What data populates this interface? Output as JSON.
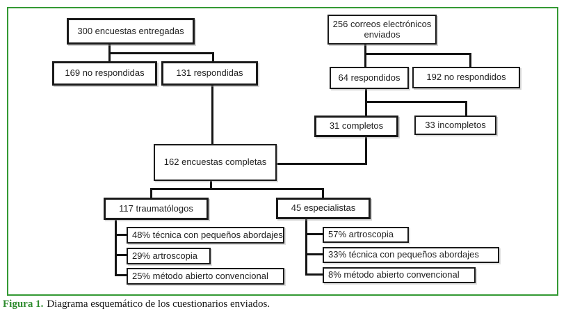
{
  "figure": {
    "caption": {
      "label": "Figura 1.",
      "text": "Diagrama esquemático de los cuestionarios enviados."
    },
    "colors": {
      "frame_green": "#339933",
      "caption_green": "#2e8b2e",
      "line_black": "#141414",
      "box_border": "#1a1a1a",
      "background": "#ffffff"
    }
  },
  "nodes": {
    "surveys_delivered": "300 encuestas entregadas",
    "surveys_not_answered": "169 no respondidas",
    "surveys_answered": "131 respondidas",
    "emails_sent": "256 correos electrónicos enviados",
    "emails_answered": "64 respondidos",
    "emails_not_answered": "192 no respondidos",
    "emails_complete": "31 completos",
    "emails_incomplete": "33 incompletos",
    "total_complete": "162 encuestas completas",
    "traumatologists": "117 traumatólogos",
    "specialists": "45 especialistas",
    "trauma_small_approach": "48% técnica con pequeños abordajes",
    "trauma_arthroscopy": "29% artroscopia",
    "trauma_open_method": "25% método abierto convencional",
    "spec_arthroscopy": "57% artroscopia",
    "spec_small_approach": "33% técnica con pequeños abordajes",
    "spec_open_method": "8% método abierto convencional"
  }
}
